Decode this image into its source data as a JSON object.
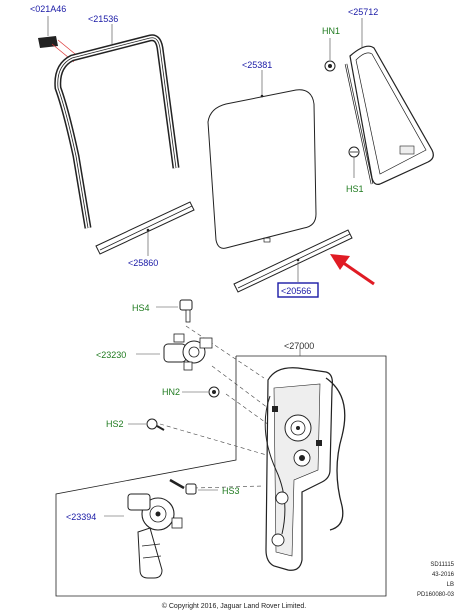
{
  "colors": {
    "part_ref": "#1a1aa6",
    "fastener_ref": "#1e7a1e",
    "highlight_box": "#1a1aa6",
    "callout_arrow": "#e01b24",
    "line_art": "#222222"
  },
  "labels": {
    "l021a46": "<021A46",
    "l21536": "<21536",
    "l25712": "<25712",
    "lhn1": "HN1",
    "l25381": "<25381",
    "lhs1": "HS1",
    "l25860": "<25860",
    "l20566": "<20566",
    "lhs4": "HS4",
    "l27000": "<27000",
    "l23230": "<23230",
    "lhn2": "HN2",
    "lhs2": "HS2",
    "lhs3": "HS3",
    "l23394": "<23394"
  },
  "meta": {
    "line1": "SD11115",
    "line2": "43-2016",
    "line3": "LB",
    "line4": "PD160080-03"
  },
  "copyright": "© Copyright 2016, Jaguar Land Rover Limited."
}
